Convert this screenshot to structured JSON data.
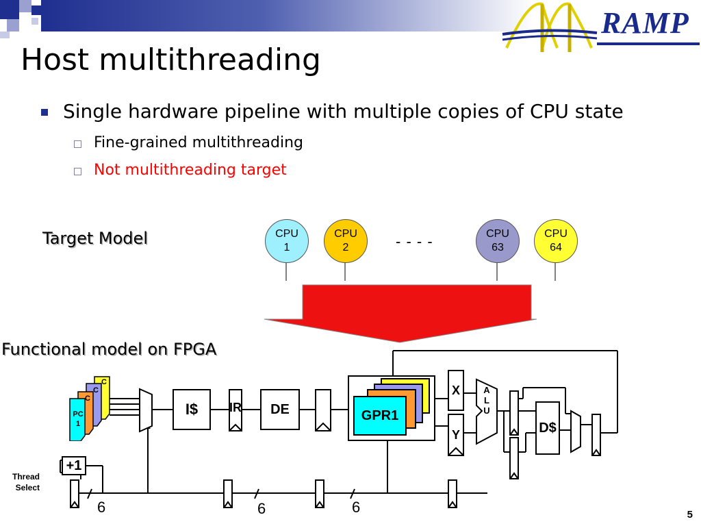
{
  "slide": {
    "title": "Host multithreading",
    "page_number": "5"
  },
  "logo": {
    "text": "RAMP"
  },
  "bullets": {
    "main": "Single hardware pipeline with multiple copies of CPU state",
    "sub1": "Fine-grained multithreading",
    "sub2": "Not multithreading target"
  },
  "colors": {
    "title_bar_blue": "#1f2f8f",
    "sub2_text": "#ff0000",
    "arrow_red": "#ee1111",
    "gpr_cyan": "#00ffff"
  },
  "target_model": {
    "label": "Target Model",
    "cpus": [
      {
        "line1": "CPU",
        "line2": "1",
        "color": "#9ff0ff"
      },
      {
        "line1": "CPU",
        "line2": "2",
        "color": "#ffcc00"
      },
      {
        "line1": "CPU",
        "line2": "63",
        "color": "#9999cc"
      },
      {
        "line1": "CPU",
        "line2": "64",
        "color": "#ffff33"
      }
    ],
    "ellipsis": "- - - -"
  },
  "functional_model": {
    "label": "Functional model on FPGA",
    "pc_stack": [
      "PC 1",
      "PC",
      "PC",
      "PC"
    ],
    "pc_first_line1": "PC",
    "pc_first_line2": "1",
    "pc_layer_text": "C",
    "icache": "I$",
    "ir": "IR",
    "decode": "DE",
    "gpr": "GPR1",
    "x_reg": "X",
    "y_reg": "Y",
    "alu": [
      "A",
      "L",
      "U"
    ],
    "dcache": "D$",
    "increment": "+1",
    "thread_select_line1": "Thread",
    "thread_select_line2": "Select",
    "bus_widths": [
      "6",
      "6",
      "6"
    ]
  }
}
